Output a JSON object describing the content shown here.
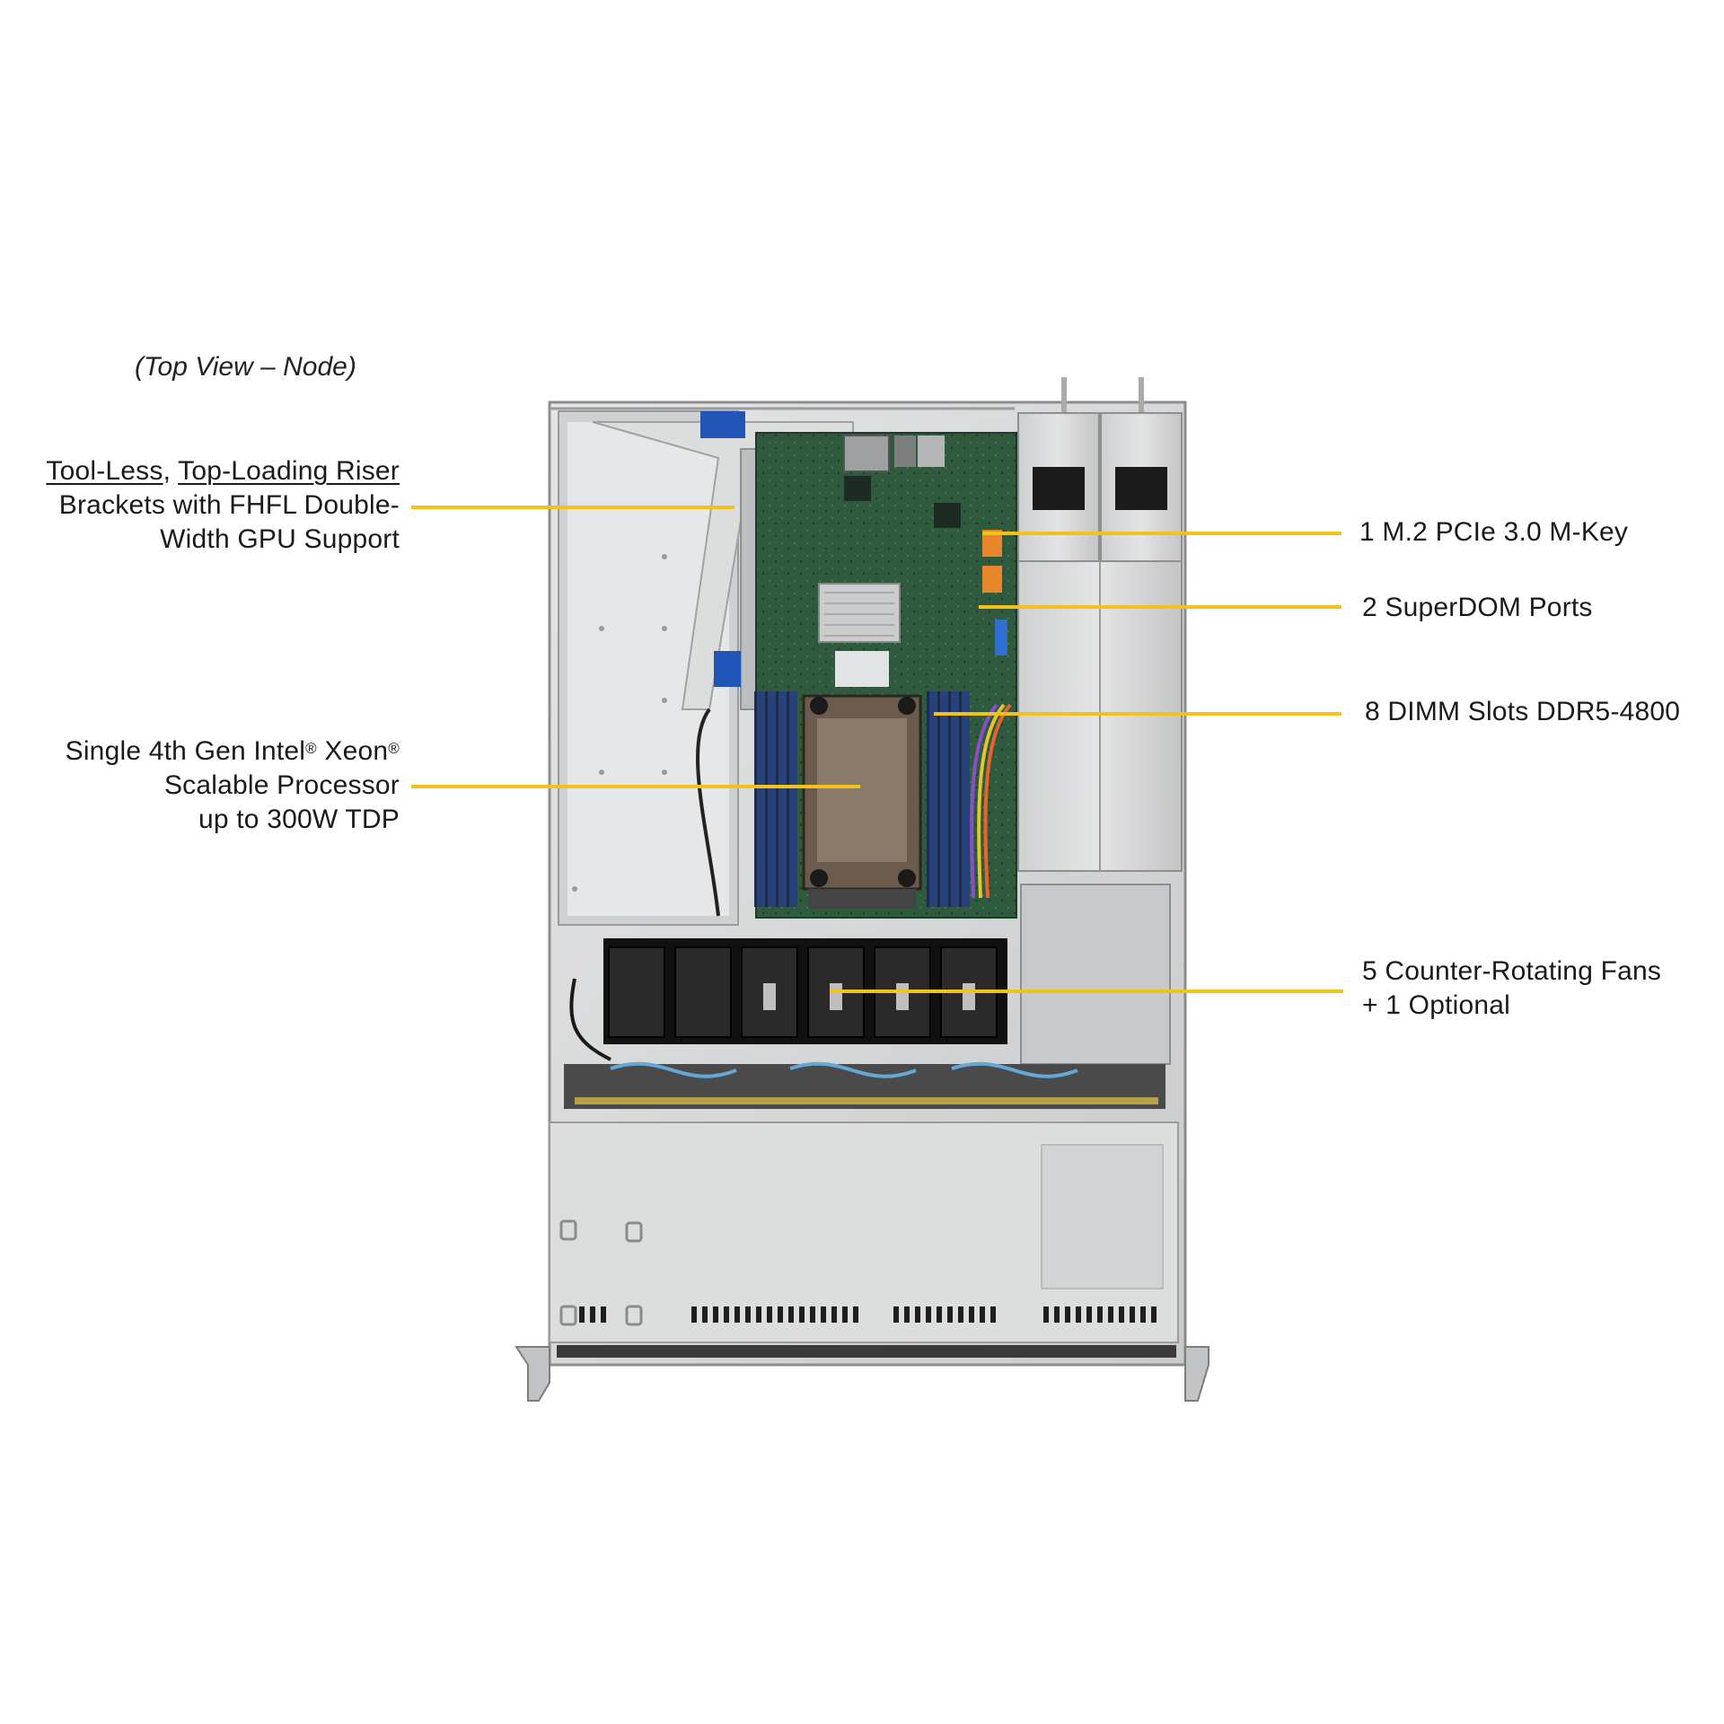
{
  "view_title": "(Top View – Node)",
  "callouts": {
    "riser": {
      "part1": "Tool-Less",
      "sep": ", ",
      "part2": "Top-Loading Riser",
      "line2": "Brackets with FHFL Double-",
      "line3": "Width GPU Support"
    },
    "cpu": {
      "line1_pre": "Single 4th Gen Intel",
      "reg1": "®",
      "line1_mid": " Xeon",
      "reg2": "®",
      "line2": "Scalable Processor",
      "line3": "up to 300W TDP"
    },
    "m2": {
      "line1": "1 M.2 PCIe 3.0 M-Key"
    },
    "superdom": {
      "line1": "2 SuperDOM Ports"
    },
    "dimm": {
      "line1": "8 DIMM Slots DDR5-4800"
    },
    "fans": {
      "line1": "5 Counter-Rotating  Fans",
      "line2": "+ 1 Optional"
    }
  },
  "colors": {
    "leader_line": "#f2c21b",
    "chassis_metal": "#d9dadb",
    "motherboard": "#2f5a3e",
    "dimm": "#27417a",
    "fan": "#1b1b1b"
  }
}
